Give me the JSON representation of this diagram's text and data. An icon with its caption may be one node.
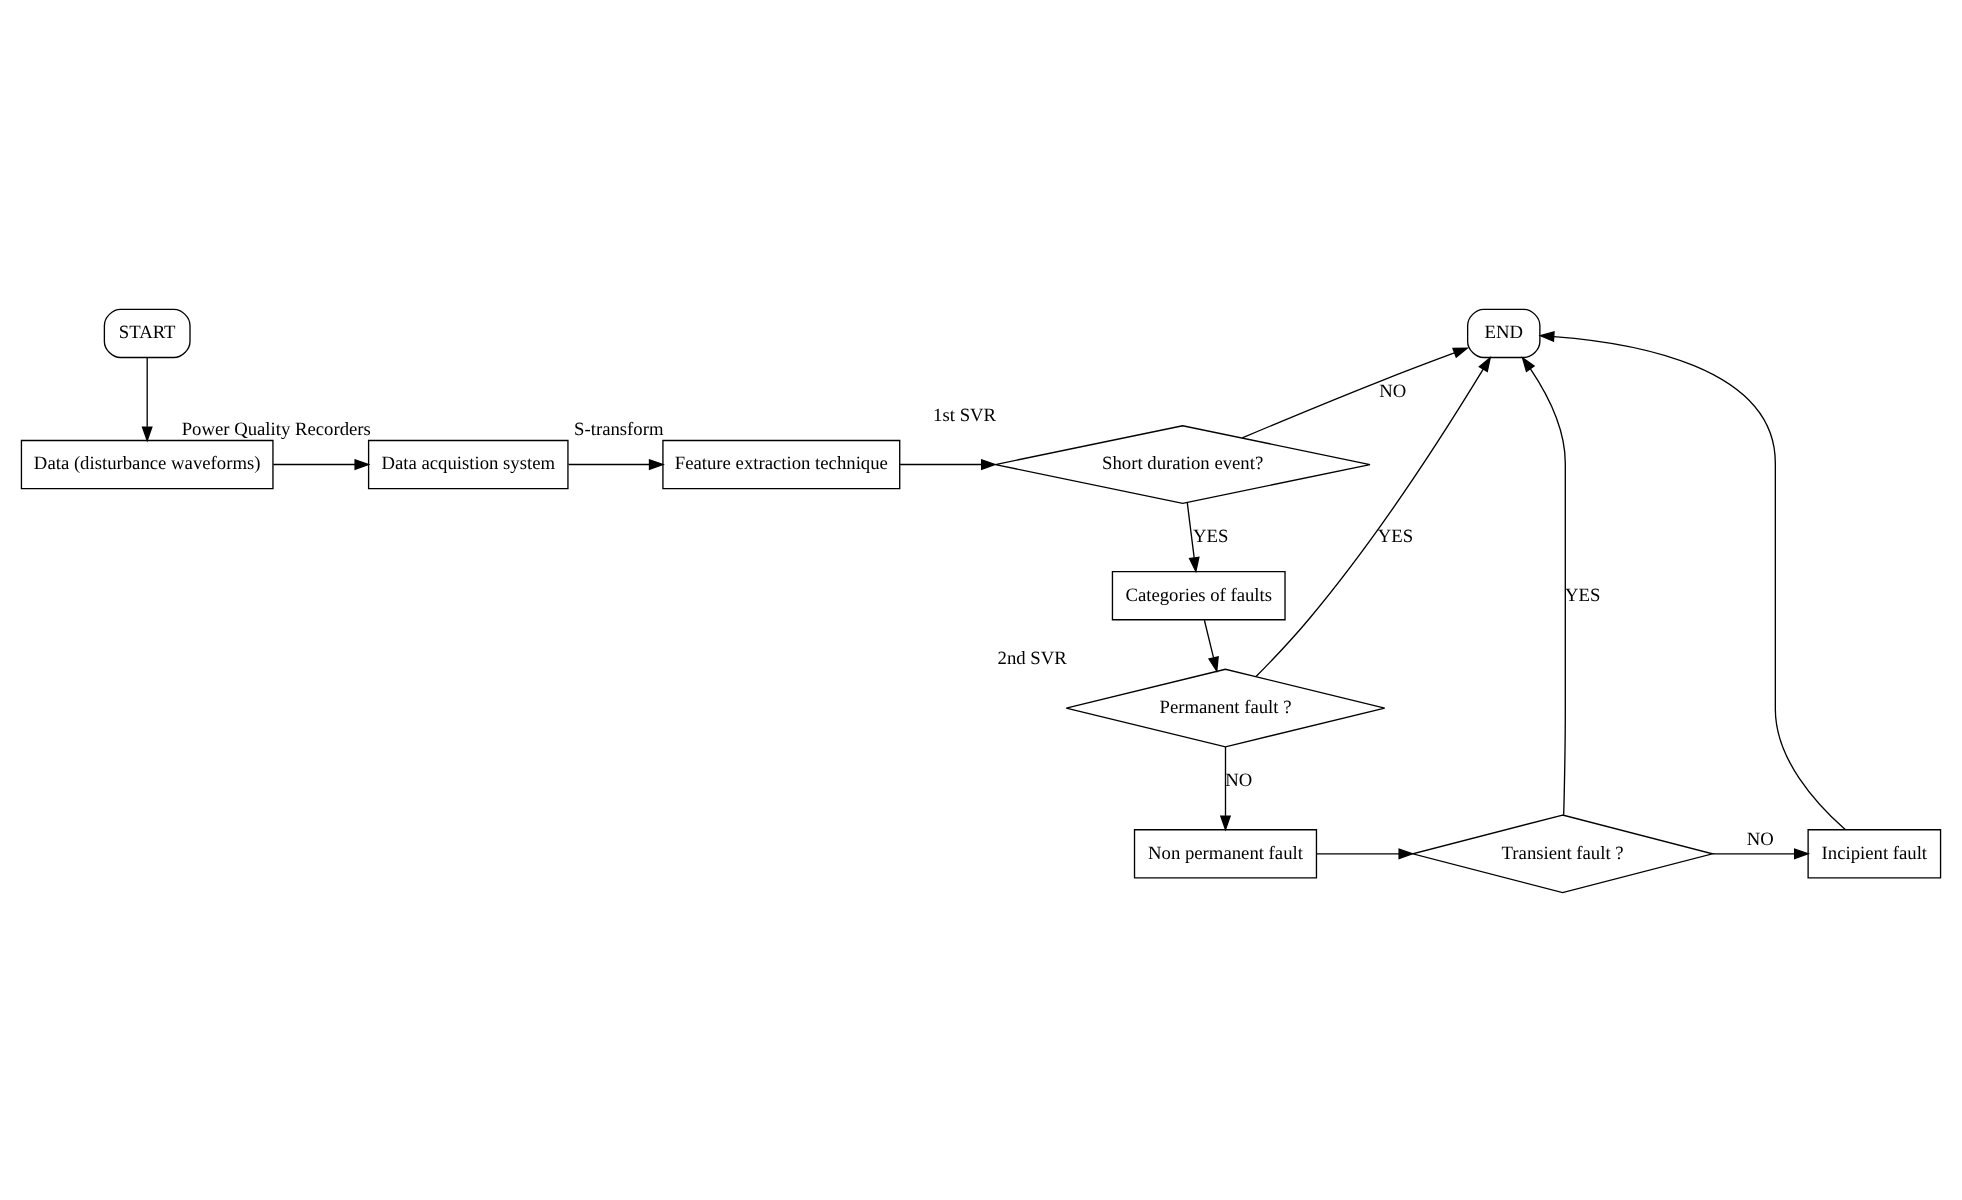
{
  "diagram": {
    "nodes": [
      {
        "text": [
          "START"
        ]
      },
      {
        "text": [
          "Data (disturbance waveforms)"
        ]
      },
      {
        "text": [
          "Data acquistion system"
        ],
        "beside": [
          "Power Quality Recorders"
        ]
      },
      {
        "text": [
          "Feature extraction technique"
        ],
        "beside": [
          "S-transform"
        ]
      },
      {
        "text": [
          "Short duration event?"
        ],
        "beside": [
          "1st SVR"
        ]
      },
      {
        "text": [
          "Categories of faults"
        ]
      },
      {
        "text": [
          "Permanent fault ?"
        ],
        "beside": [
          "2nd SVR"
        ]
      },
      {
        "text": [
          "Non permanent fault"
        ]
      },
      {
        "text": [
          "Transient fault ?"
        ]
      },
      {
        "text": [
          "Incipient fault"
        ]
      },
      {
        "text": [
          "END"
        ]
      }
    ],
    "edges": [
      {
        "from": 0,
        "to": 1,
        "arrow": "to"
      },
      {
        "from": 1,
        "to": 2,
        "arrow": "to"
      },
      {
        "from": 2,
        "to": 3,
        "arrow": "to"
      },
      {
        "from": 3,
        "to": 4,
        "arrow": "to"
      },
      {
        "from": 4,
        "to": 5,
        "arrow": "to",
        "label": "YES"
      },
      {
        "from": 4,
        "to": 10,
        "arrow": "to",
        "label": "NO"
      },
      {
        "from": 5,
        "to": 6,
        "arrow": "to"
      },
      {
        "from": 6,
        "to": 10,
        "arrow": "to",
        "label": "YES"
      },
      {
        "from": 6,
        "to": 7,
        "arrow": "to",
        "label": "NO"
      },
      {
        "from": 7,
        "to": 8,
        "arrow": "to"
      },
      {
        "from": 8,
        "to": 10,
        "arrow": "to",
        "label": "YES"
      },
      {
        "from": 8,
        "to": 9,
        "arrow": "to",
        "label": "NO"
      },
      {
        "from": 9,
        "to": 10,
        "arrow": "to"
      }
    ]
  }
}
